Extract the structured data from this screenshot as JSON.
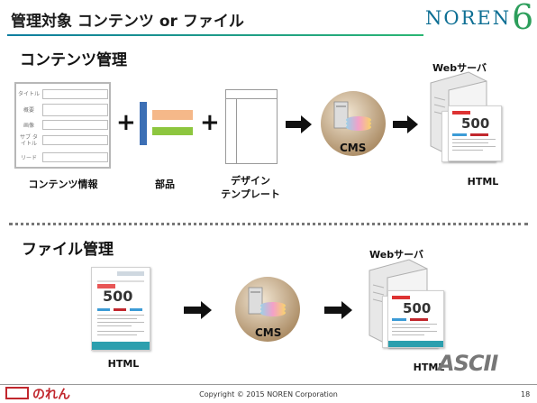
{
  "slide": {
    "title": "管理対象 コンテンツ or ファイル",
    "logo_text": "NOREN",
    "logo_digit": "6",
    "page_number": "18",
    "copyright": "Copyright © 2015 NOREN Corporation",
    "footer_brand": "のれん",
    "watermark": "ASCII"
  },
  "content_section": {
    "heading": "コンテンツ管理",
    "form_fields": [
      "タイトル",
      "概要",
      "画像",
      "サブ タイトル",
      "リード"
    ],
    "labels": {
      "content_info": "コンテンツ情報",
      "parts": "部品",
      "design_line1": "デザイン",
      "design_line2": "テンプレート",
      "cms": "CMS",
      "webserver": "Webサーバ",
      "html": "HTML"
    },
    "doc_number": "500"
  },
  "file_section": {
    "heading": "ファイル管理",
    "labels": {
      "html": "HTML",
      "cms": "CMS",
      "webserver": "Webサーバ",
      "html_out": "HTML"
    },
    "doc_number": "500"
  },
  "colors": {
    "brand_teal": "#0e6f94",
    "brand_green": "#2c9e5b",
    "parts_blue": "#3c6fb5",
    "parts_orange": "#f5b889",
    "parts_green": "#8dc63f",
    "cms_bronze": "#b49a73",
    "accent_red": "#c1272d"
  }
}
